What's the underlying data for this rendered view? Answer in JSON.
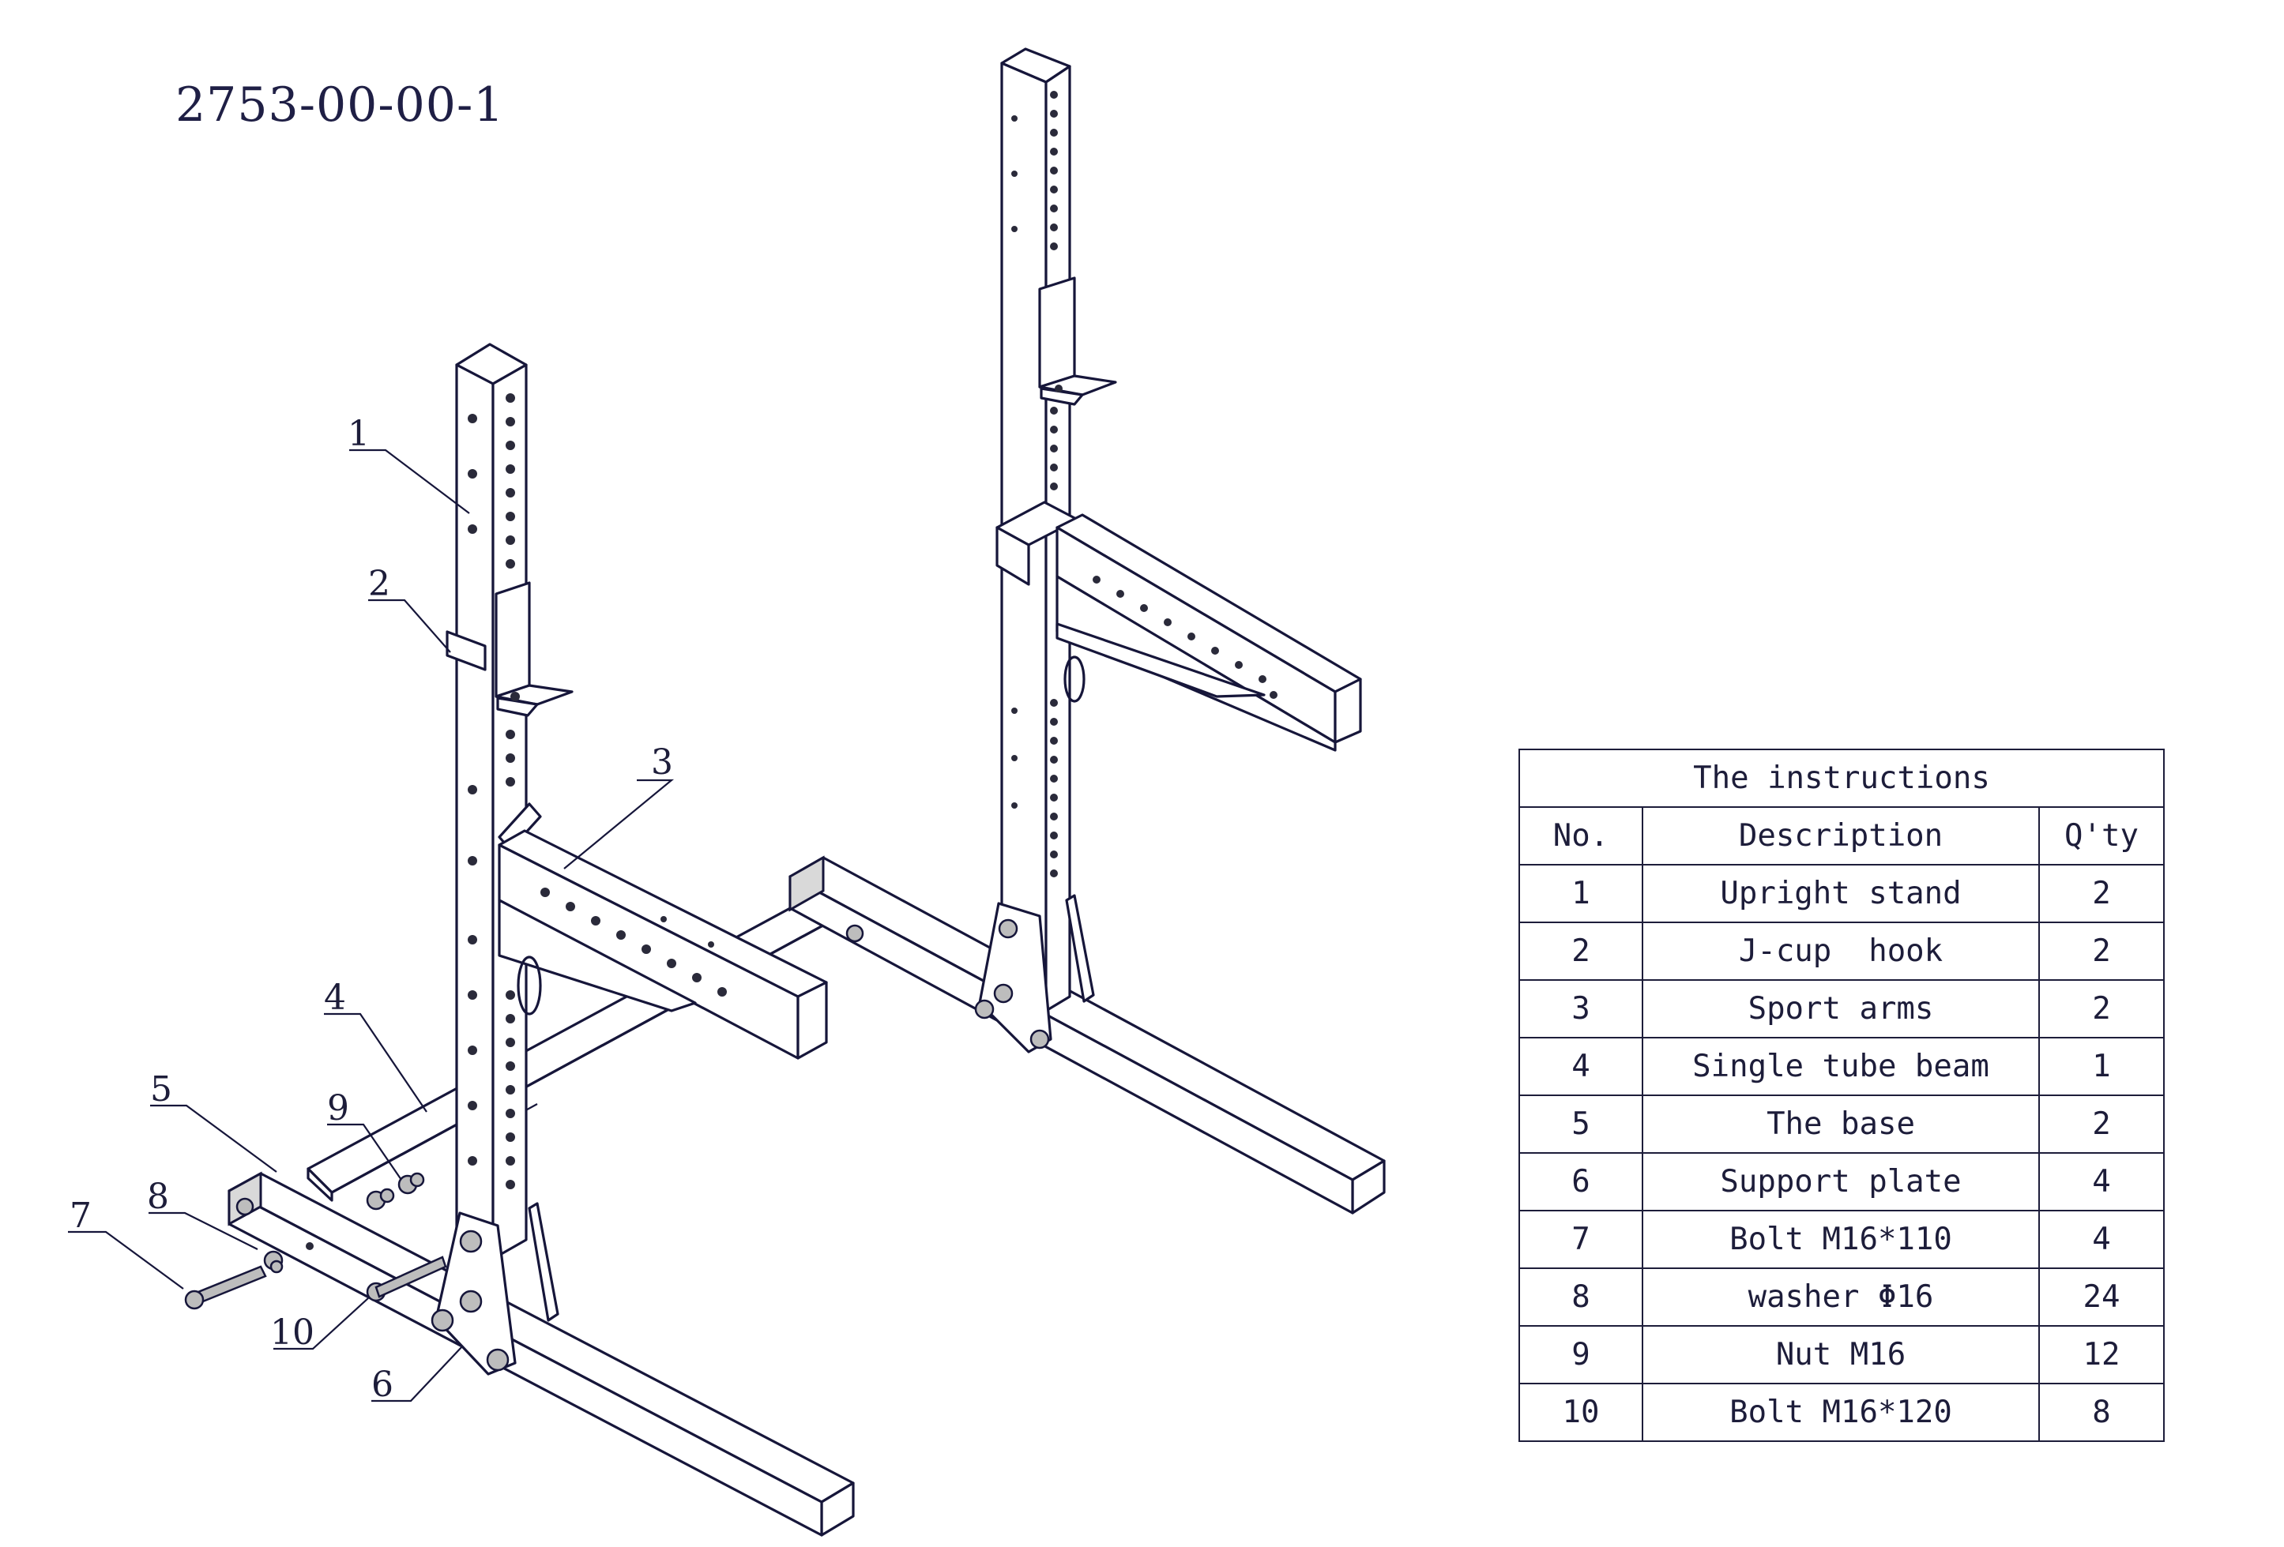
{
  "drawing_number": "2753-00-00-1",
  "callouts": [
    "1",
    "2",
    "3",
    "4",
    "5",
    "6",
    "7",
    "8",
    "9",
    "10"
  ],
  "table": {
    "title": "The instructions",
    "headers": [
      "No.",
      "Description",
      "Q'ty"
    ],
    "rows": [
      {
        "no": "1",
        "description": "Upright stand",
        "qty": "2"
      },
      {
        "no": "2",
        "description": "J-cup  hook",
        "qty": "2"
      },
      {
        "no": "3",
        "description": "Sport arms",
        "qty": "2"
      },
      {
        "no": "4",
        "description": "Single tube beam",
        "qty": "1"
      },
      {
        "no": "5",
        "description": "The base",
        "qty": "2"
      },
      {
        "no": "6",
        "description": "Support plate",
        "qty": "4"
      },
      {
        "no": "7",
        "description": "Bolt M16*110",
        "qty": "4"
      },
      {
        "no": "8",
        "description": "washer Φ16",
        "qty": "24"
      },
      {
        "no": "9",
        "description": "Nut M16",
        "qty": "12"
      },
      {
        "no": "10",
        "description": "Bolt M16*120",
        "qty": "8"
      }
    ]
  }
}
